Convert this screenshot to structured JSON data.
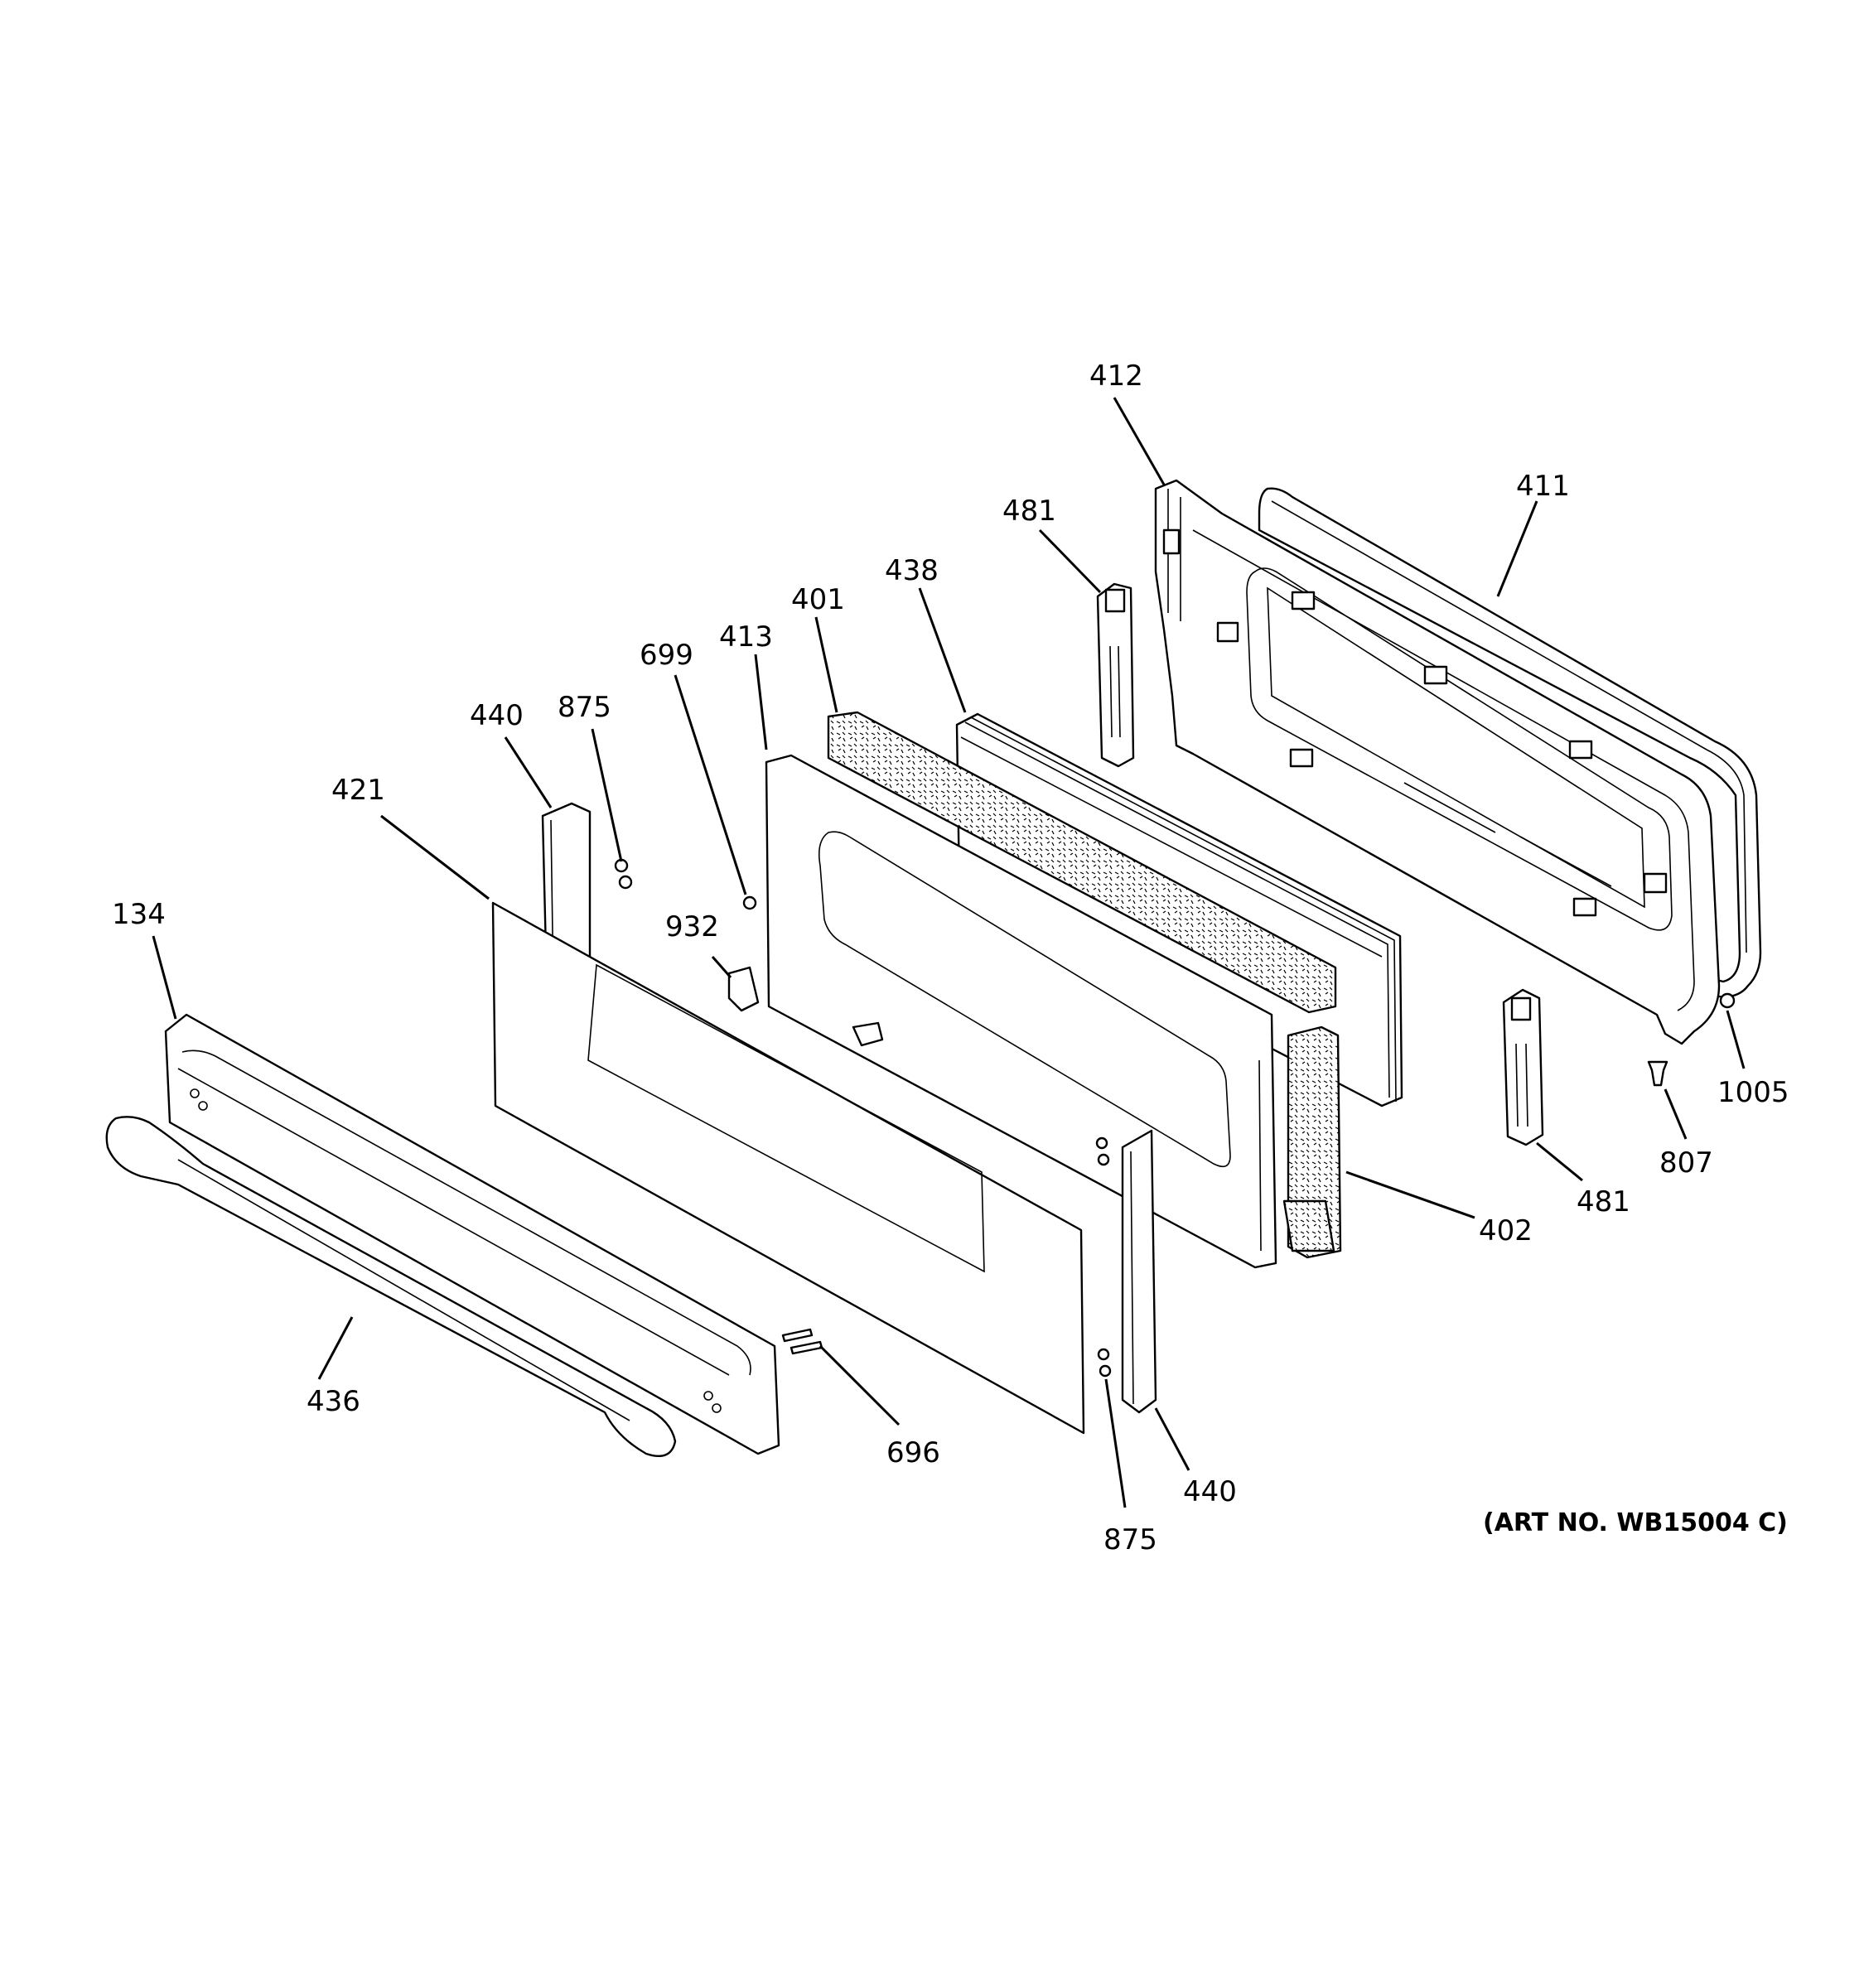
{
  "callouts": [
    {
      "id": "412a",
      "label": "412"
    },
    {
      "id": "411a",
      "label": "411"
    },
    {
      "id": "481a",
      "label": "481"
    },
    {
      "id": "438a",
      "label": "438"
    },
    {
      "id": "401a",
      "label": "401"
    },
    {
      "id": "413a",
      "label": "413"
    },
    {
      "id": "699a",
      "label": "699"
    },
    {
      "id": "875a",
      "label": "875"
    },
    {
      "id": "440a",
      "label": "440"
    },
    {
      "id": "421a",
      "label": "421"
    },
    {
      "id": "932a",
      "label": "932"
    },
    {
      "id": "134a",
      "label": "134"
    },
    {
      "id": "1005a",
      "label": "1005"
    },
    {
      "id": "807a",
      "label": "807"
    },
    {
      "id": "481b",
      "label": "481"
    },
    {
      "id": "402a",
      "label": "402"
    },
    {
      "id": "436a",
      "label": "436"
    },
    {
      "id": "696a",
      "label": "696"
    },
    {
      "id": "440b",
      "label": "440"
    },
    {
      "id": "875b",
      "label": "875"
    }
  ],
  "art_number": "(ART NO. WB15004 C)"
}
